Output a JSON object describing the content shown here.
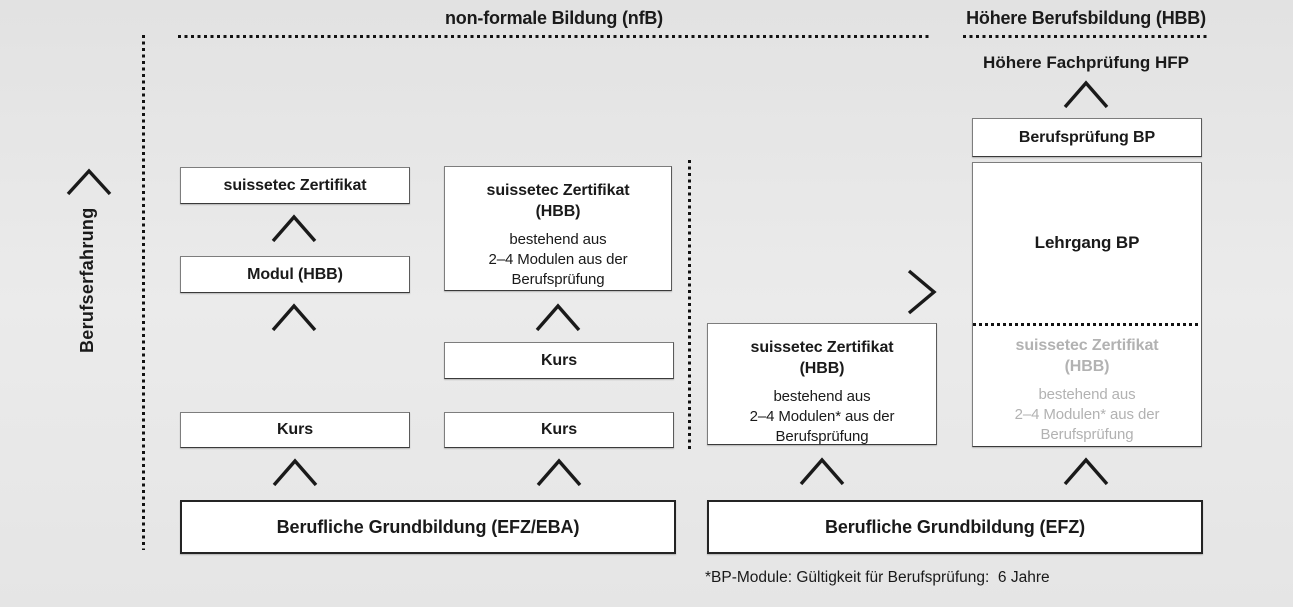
{
  "diagram": {
    "header_nfb": "non-formale Bildung (nfB)",
    "header_hbb": "Höhere Berufsbildung (HBB)",
    "experience_axis_label": "Berufserfahrung",
    "col1": {
      "zertifikat_box": "suissetec Zertifikat",
      "modul_box": "Modul (HBB)",
      "kurs_box": "Kurs"
    },
    "col2": {
      "cert": {
        "title": "suissetec Zertifikat",
        "subtitle": "(HBB)",
        "lines": [
          "bestehend aus",
          "2–4 Modulen aus der",
          "Berufsprüfung"
        ]
      },
      "kurs_upper_box": "Kurs",
      "kurs_lower_box": "Kurs"
    },
    "grundbildung_left_box": "Berufliche Grundbildung (EFZ/EBA)",
    "col3": {
      "cert": {
        "title": "suissetec Zertifikat",
        "subtitle": "(HBB)",
        "lines": [
          "bestehend aus",
          "2–4 Modulen* aus der",
          "Berufsprüfung"
        ]
      }
    },
    "grundbildung_right_box": "Berufliche Grundbildung (EFZ)",
    "col4": {
      "hfp_label": "Höhere Fachprüfung HFP",
      "berufspruefung_box": "Berufsprüfung BP",
      "lehrgang_label": "Lehrgang BP",
      "cert": {
        "title": "suissetec Zertifikat",
        "subtitle": "(HBB)",
        "lines": [
          "bestehend aus",
          "2–4 Modulen* aus der",
          "Berufsprüfung"
        ]
      }
    },
    "footnote": "*BP-Module: Gültigkeit für Berufsprüfung:  6 Jahre"
  },
  "colors": {
    "text": "#1a1a1a",
    "muted_text": "#b2b2b2",
    "background": "#e8e8e8",
    "box_background": "#ffffff",
    "box_border": "#5a5a5a",
    "line": "#121212"
  },
  "icons": {
    "up_arrows": "chevron-up-icon",
    "right_arrow": "chevron-right-icon"
  }
}
